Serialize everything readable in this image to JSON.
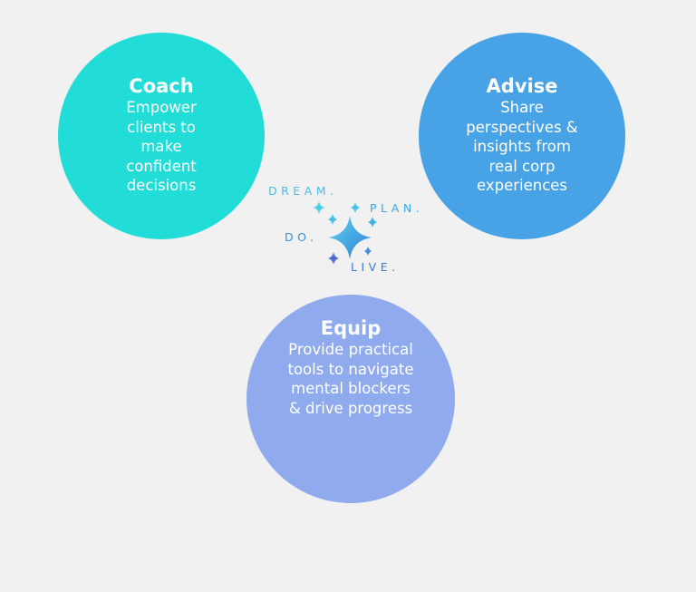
{
  "coach": {
    "title": "Coach",
    "description": "Empower clients to make confident decisions",
    "color": "#22ddd7"
  },
  "advise": {
    "title": "Advise",
    "description": "Share perspectives & insights from real corp experiences",
    "color": "#48a3e6"
  },
  "equip": {
    "title": "Equip",
    "description": "Provide practical tools to navigate mental blockers & drive progress",
    "color": "#8fabee"
  },
  "logo": {
    "words": [
      "DREAM.",
      "PLAN.",
      "DO.",
      "LIVE."
    ],
    "icon": "sparkle-stars-icon"
  }
}
